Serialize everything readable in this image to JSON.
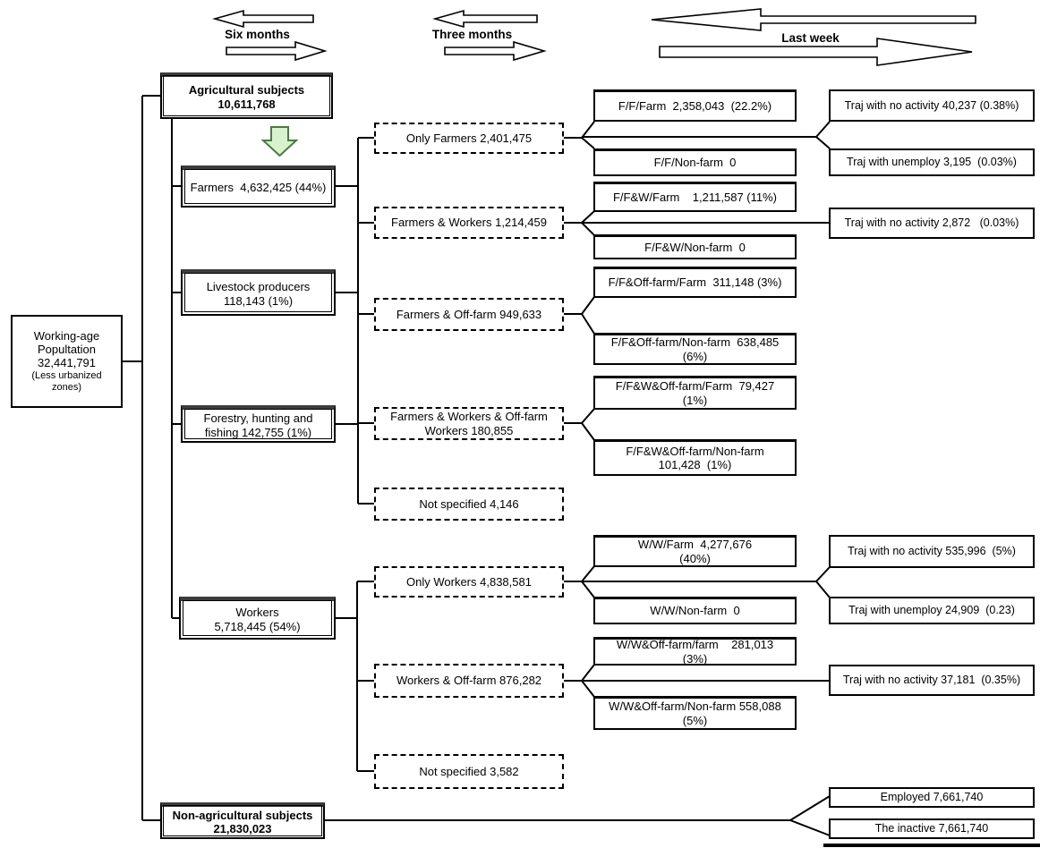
{
  "title": "Working-age population trajectory flow diagram",
  "colors": {
    "accent_green": "#d9f2ce",
    "accent_green_border": "#4a7a45",
    "line": "#000000"
  },
  "timeline": {
    "six_months": "Six months",
    "three_months": "Three months",
    "last_week": "Last week"
  },
  "root": {
    "main": "Working-age\nPopultation\n32,441,791",
    "note": "(Less urbanized\nzones)"
  },
  "level1": {
    "agricultural": "Agricultural subjects\n10,611,768",
    "non_agricultural": "Non-agricultural subjects\n21,830,023"
  },
  "six_month_groups": {
    "farmers": "Farmers  4,632,425 (44%)",
    "livestock": "Livestock producers\n118,143 (1%)",
    "forestry": "Forestry, hunting and\nfishing 142,755 (1%)",
    "workers": "Workers\n5,718,445 (54%)"
  },
  "three_month_groups": {
    "only_farmers": "Only Farmers 2,401,475",
    "farmers_workers": "Farmers & Workers 1,214,459",
    "farmers_offfarm": "Farmers & Off-farm 949,633",
    "farmers_workers_offfarm": "Farmers & Workers & Off-farm\nWorkers 180,855",
    "not_specified_farm": "Not specified 4,146",
    "only_workers": "Only Workers 4,838,581",
    "workers_offfarm": "Workers & Off-farm 876,282",
    "not_specified_work": "Not specified 3,582"
  },
  "last_week_groups": {
    "ff_farm": "F/F/Farm  2,358,043  (22.2%)",
    "ff_nonfarm": "F/F/Non-farm  0",
    "ffw_farm": "F/F&W/Farm    1,211,587 (11%)",
    "ffw_nonfarm": "F/F&W/Non-farm  0",
    "ffoff_farm": "F/F&Off-farm/Farm  311,148 (3%)",
    "ffoff_nonfarm": "F/F&Off-farm/Non-farm  638,485\n(6%)",
    "ffwoff_farm": "F/F&W&Off-farm/Farm  79,427\n(1%)",
    "ffwoff_nonfarm": "F/F&W&Off-farm/Non-farm\n101,428  (1%)",
    "ww_farm": "W/W/Farm  4,277,676\n(40%)",
    "ww_nonfarm": "W/W/Non-farm  0",
    "wwoff_farm": "W/W&Off-farm/farm    281,013\n(3%)",
    "wwoff_nonfarm": "W/W&Off-farm/Non-farm 558,088\n(5%)"
  },
  "trajectories": {
    "traj_f_noact": "Traj with no activity 40,237 (0.38%)",
    "traj_f_unemp": "Traj with unemploy 3,195  (0.03%)",
    "traj_fw_noact": "Traj with no activity 2,872   (0.03%)",
    "traj_w_noact": "Traj with no activity 535,996  (5%)",
    "traj_w_unemp": "Traj with unemploy 24,909  (0.23)",
    "traj_woff_noact": "Traj with no activity 37,181  (0.35%)",
    "employed": "Employed 7,661,740",
    "inactive": "The inactive 7,661,740"
  }
}
